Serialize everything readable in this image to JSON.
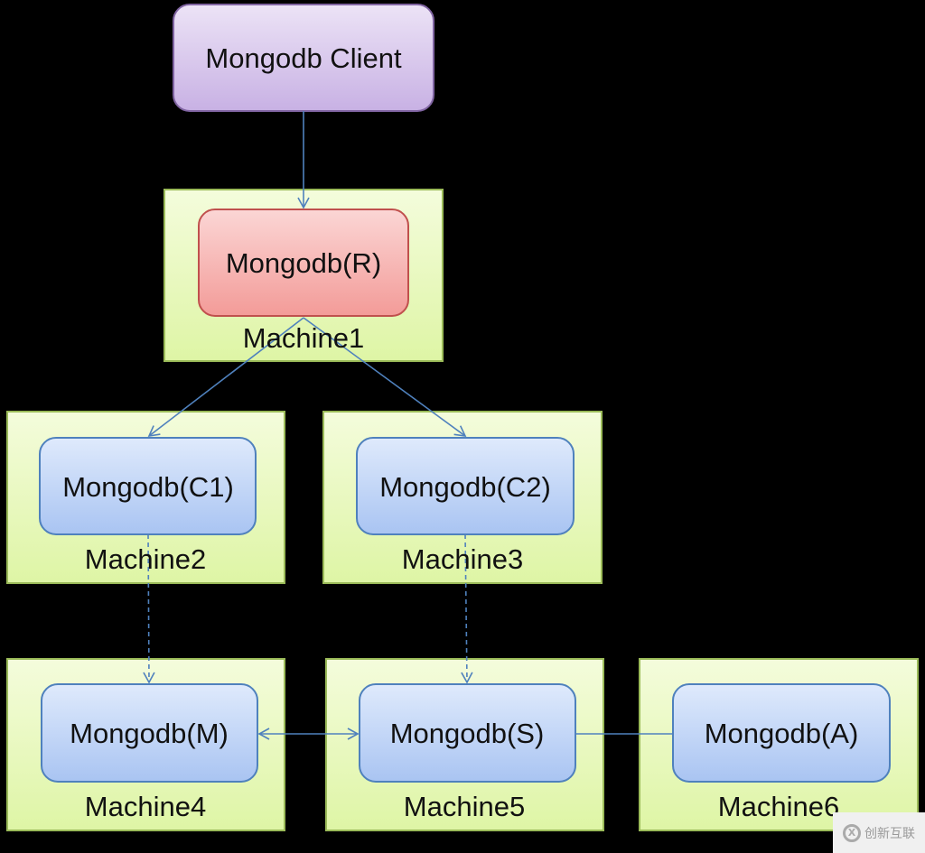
{
  "nodes": {
    "client": "Mongodb Client",
    "r": "Mongodb(R)",
    "c1": "Mongodb(C1)",
    "c2": "Mongodb(C2)",
    "m": "Mongodb(M)",
    "s": "Mongodb(S)",
    "a": "Mongodb(A)"
  },
  "machines": {
    "m1": "Machine1",
    "m2": "Machine2",
    "m3": "Machine3",
    "m4": "Machine4",
    "m5": "Machine5",
    "m6": "Machine6"
  },
  "colors": {
    "machine_fill": "#e6f7b4",
    "machine_border": "#9bbb59",
    "client_fill": "#d9c8ec",
    "router_fill": "#f7b5b3",
    "node_fill": "#bcd2f5",
    "line": "#4f81bd"
  },
  "watermark": "创新互联"
}
